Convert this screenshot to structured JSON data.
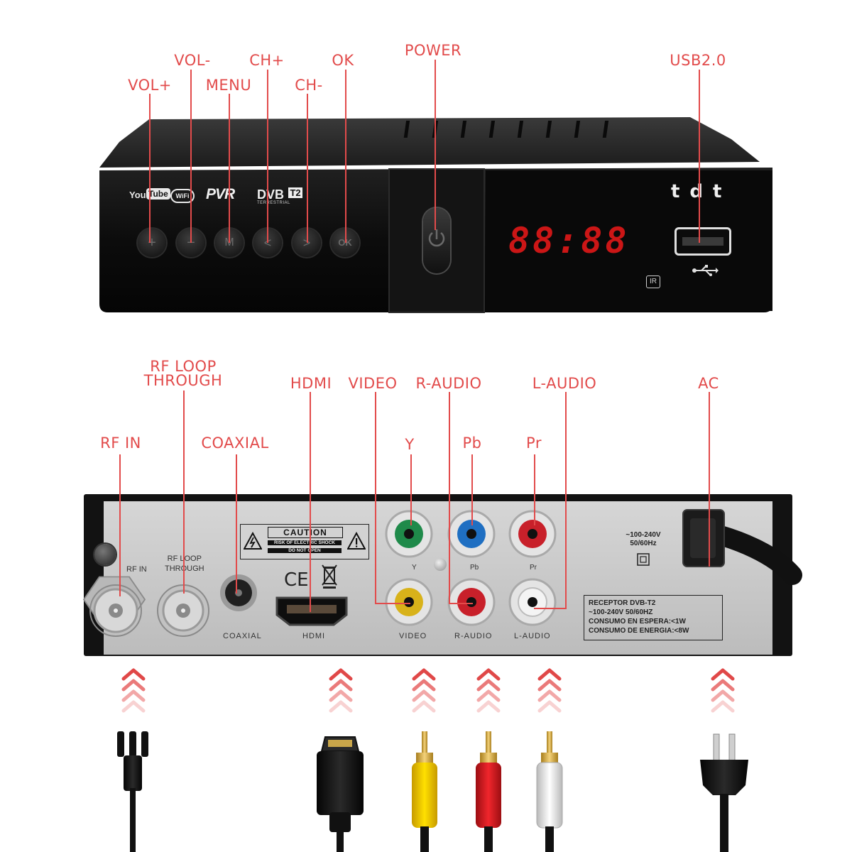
{
  "colors": {
    "callout": "#e24b4b",
    "chassis": "#141414",
    "led": "#e01818",
    "rear_panel": "#c9c9c9"
  },
  "front_panel": {
    "callouts": {
      "vol_plus": "VOL+",
      "vol_minus": "VOL-",
      "menu": "MENU",
      "ch_plus": "CH+",
      "ch_minus": "CH-",
      "ok": "OK",
      "power": "POWER",
      "usb": "USB2.0"
    },
    "logos": {
      "youtube_you": "You",
      "youtube_tube": "Tube",
      "wifi": "WiFi",
      "pvr": "PVR",
      "dvb": "DVB",
      "t2": "T2",
      "terrestrial": "TERRESTRIAL",
      "tdt": "tdt"
    },
    "buttons": {
      "vol_plus": "+",
      "vol_minus": "−",
      "menu": "M",
      "ch_plus": "<",
      "ch_minus": ">",
      "ok": "OK"
    },
    "display": "88:88",
    "ir": "IR"
  },
  "rear_panel": {
    "callouts": {
      "rf_in": "RF IN",
      "rf_loop_line1": "RF LOOP",
      "rf_loop_line2": "THROUGH",
      "coaxial": "COAXIAL",
      "hdmi": "HDMI",
      "video": "VIDEO",
      "r_audio": "R-AUDIO",
      "l_audio": "L-AUDIO",
      "ac": "AC",
      "y": "Y",
      "pb": "Pb",
      "pr": "Pr"
    },
    "printed": {
      "rf_in": "RF IN",
      "rf_loop_line1": "RF LOOP",
      "rf_loop_line2": "THROUGH",
      "coaxial": "COAXIAL",
      "hdmi": "HDMI",
      "video": "VIDEO",
      "r_audio": "R-AUDIO",
      "l_audio": "L-AUDIO",
      "y": "Y",
      "pb": "Pb",
      "pr": "Pr",
      "caution": "CAUTION",
      "caution_line1": "RISK OF ELECTRIC SHOCK",
      "caution_line2": "DO NOT OPEN",
      "ce": "CE",
      "voltage_line1": "~100-240V",
      "voltage_line2": "50/60Hz",
      "spec_lines": [
        "RECEPTOR DVB-T2",
        "~100-240V 50/60HZ",
        "CONSUMO EN ESPERA:<1W",
        "CONSUMO DE ENERGIA:<8W"
      ]
    }
  }
}
